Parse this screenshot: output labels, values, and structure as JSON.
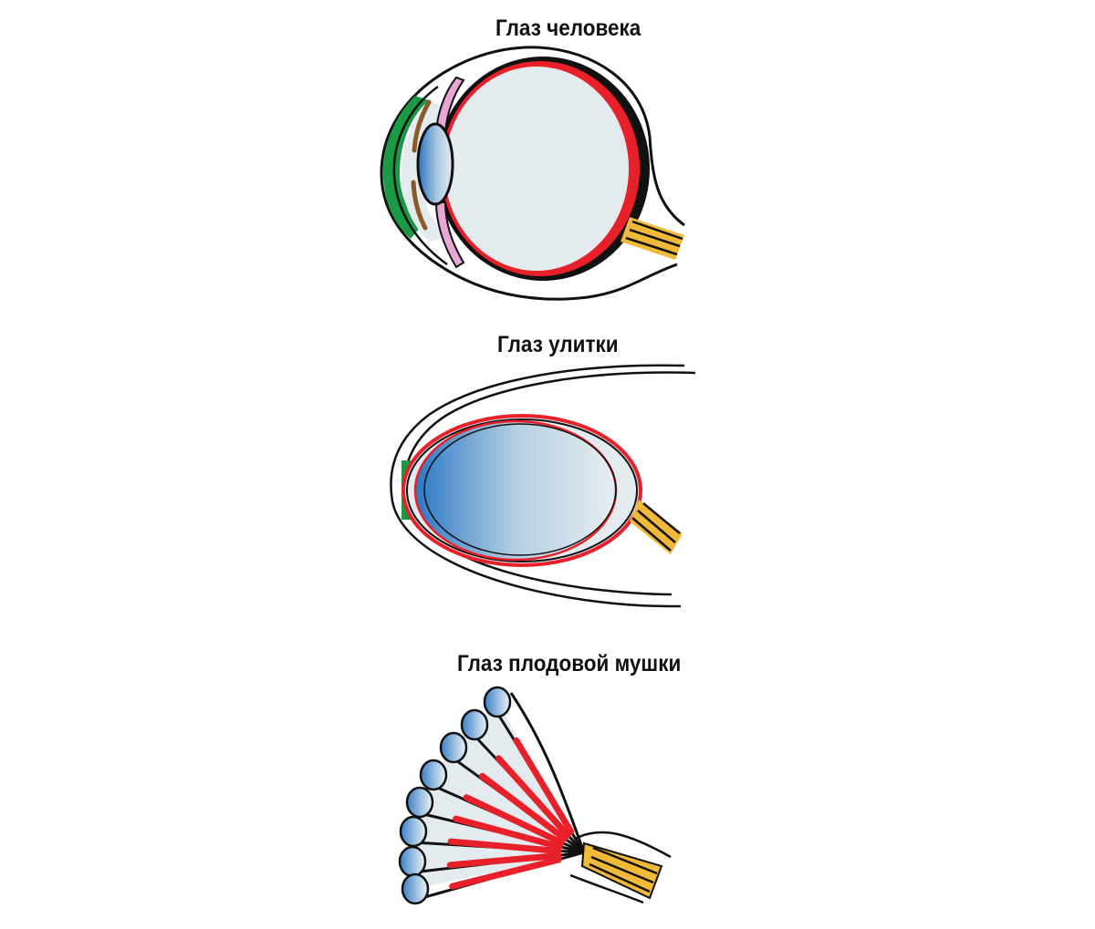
{
  "diagrams": [
    {
      "id": "human",
      "title": "Глаз человека"
    },
    {
      "id": "snail",
      "title": "Глаз улитки"
    },
    {
      "id": "fruitfly",
      "title": "Глаз плодовой мушки"
    }
  ],
  "colors": {
    "cornea": "#1a9a45",
    "retina": "#e8202a",
    "iris": "#8b5a2b",
    "ciliary": "#e8a6d4",
    "vitreous": "#e4ebef",
    "lens_edge": "#3a7dc4",
    "optic_nerve": "#f0b93a",
    "outline": "#111111"
  }
}
